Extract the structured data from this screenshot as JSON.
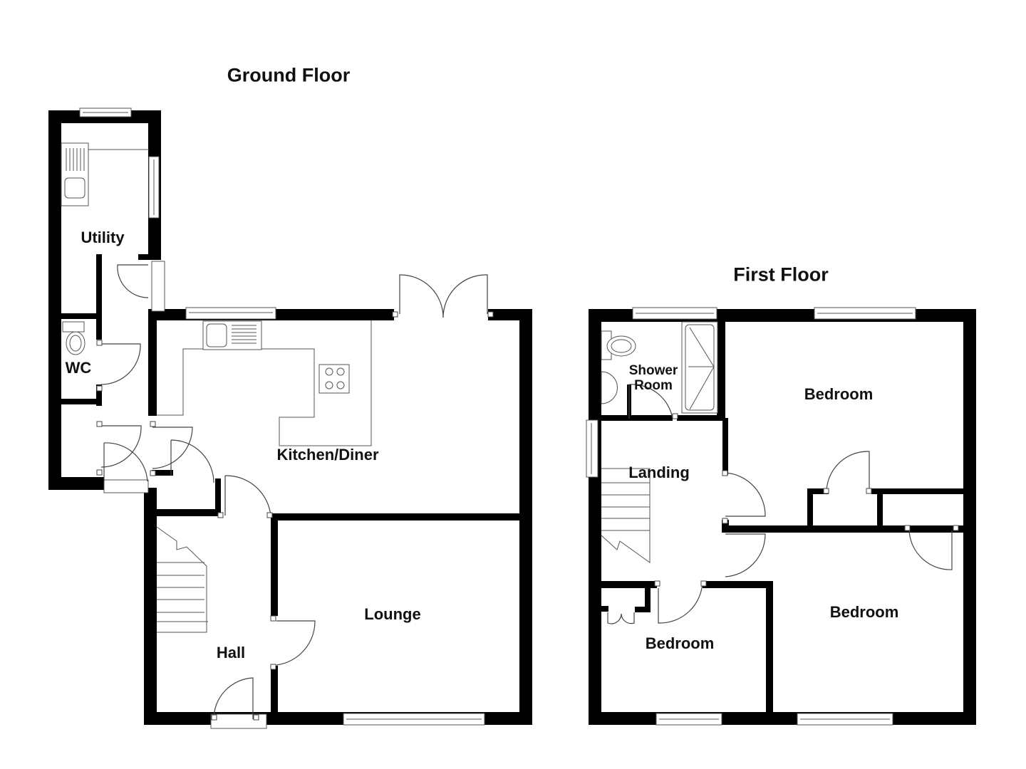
{
  "plan": {
    "ground_floor": {
      "title": "Ground Floor",
      "rooms": {
        "utility": "Utility",
        "wc": "WC",
        "kitchen": "Kitchen/Diner",
        "hall": "Hall",
        "lounge": "Lounge"
      }
    },
    "first_floor": {
      "title": "First Floor",
      "rooms": {
        "shower_line1": "Shower",
        "shower_line2": "Room",
        "landing": "Landing",
        "bedroom_rear": "Bedroom",
        "bedroom_front_right": "Bedroom",
        "bedroom_front_left": "Bedroom"
      }
    },
    "colors": {
      "wall": "#000000",
      "background": "#ffffff",
      "line": "#555555"
    }
  }
}
